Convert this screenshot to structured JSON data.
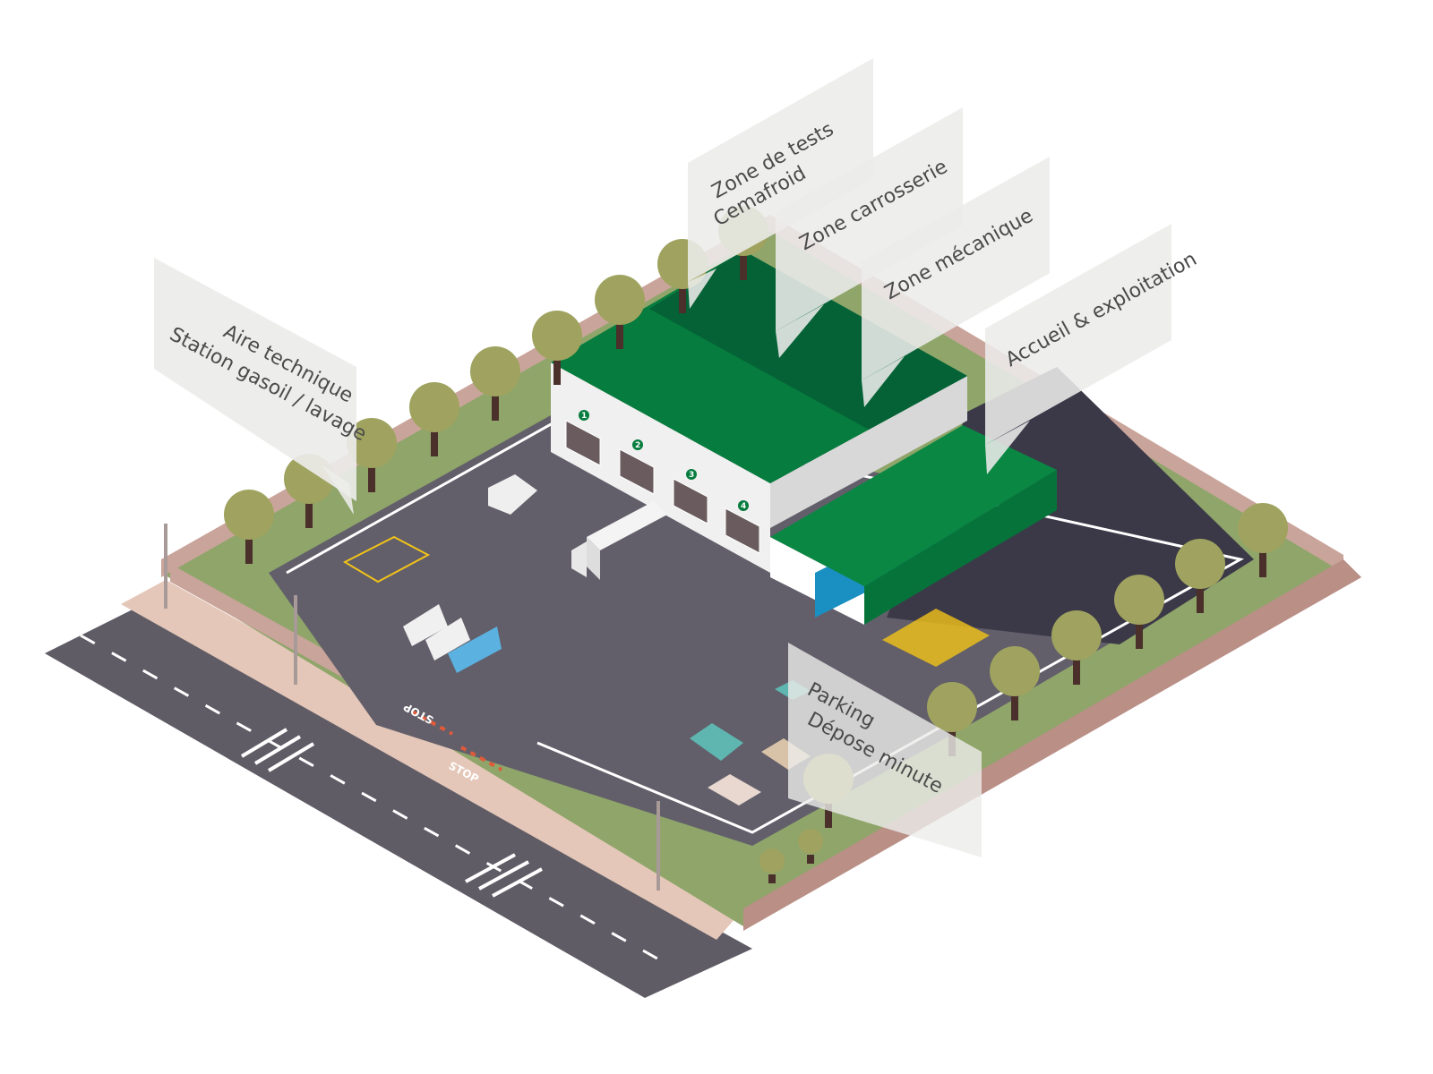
{
  "labels": {
    "aire_technique": {
      "line1": "Aire technique",
      "line2": "Station gasoil / lavage"
    },
    "zone_tests": {
      "line1": "Zone de tests",
      "line2": "Cemafroid"
    },
    "zone_carrosserie": "Zone carrosserie",
    "zone_mecanique": "Zone mécanique",
    "accueil": "Accueil & exploitation",
    "parking": {
      "line1": "Parking",
      "line2": "Dépose minute"
    }
  },
  "bays": [
    "1",
    "2",
    "3",
    "4"
  ],
  "road_marks": [
    "STOP",
    "STOP"
  ],
  "colors": {
    "roof": "#067c3e",
    "roof_dark": "#056236",
    "asphalt": "#5f5c66",
    "grass": "#8fa56a",
    "fence": "#c9a49a",
    "glass": "#1a8fc1",
    "panel": "#ececea"
  }
}
